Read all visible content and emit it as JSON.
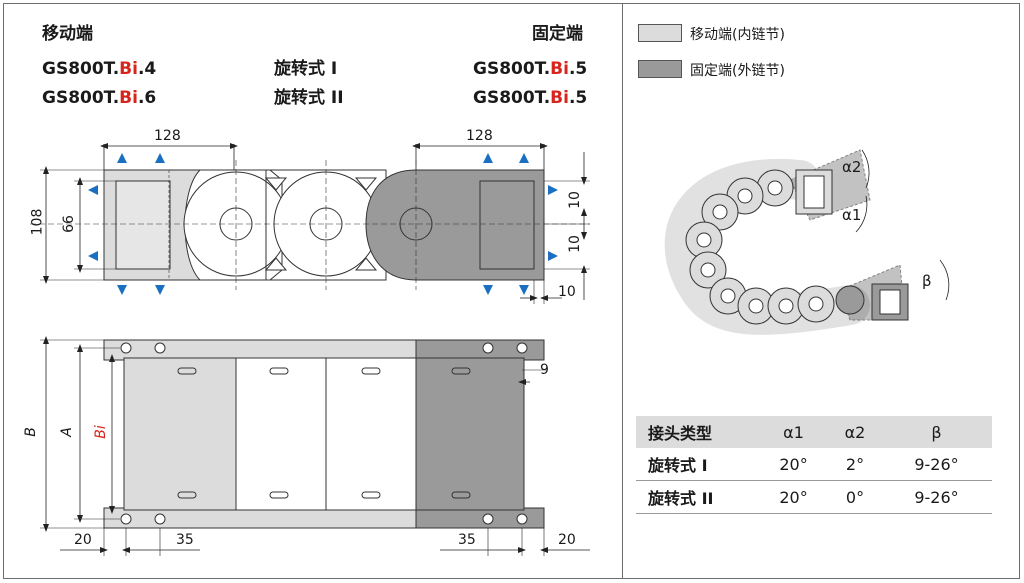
{
  "left_panel": {
    "moving_end_title": "移动端",
    "fixed_end_title": "固定端",
    "moving_parts": [
      {
        "prefix": "GS800T.",
        "red": "Bi",
        "suffix": ".4"
      },
      {
        "prefix": "GS800T.",
        "red": "Bi",
        "suffix": ".6"
      }
    ],
    "swivel_types": [
      "旋转式 I",
      "旋转式 II"
    ],
    "fixed_parts": [
      {
        "prefix": "GS800T.",
        "red": "Bi",
        "suffix": ".5"
      },
      {
        "prefix": "GS800T.",
        "red": "Bi",
        "suffix": ".5"
      }
    ],
    "dims": {
      "width_left": "128",
      "width_right": "128",
      "height_108": "108",
      "height_66": "66",
      "gap_10_a": "10",
      "gap_10_b": "10",
      "gap_10_c": "10",
      "dim_9": "9",
      "dim_B": "B",
      "dim_A": "A",
      "dim_Bi": "Bi",
      "dim_20_left": "20",
      "dim_35_left": "35",
      "dim_35_right": "35",
      "dim_20_right": "20"
    }
  },
  "legend": {
    "items": [
      {
        "label": "移动端(内链节)",
        "color": "#dcdcdc"
      },
      {
        "label": "固定端(外链节)",
        "color": "#9a9a9a"
      }
    ]
  },
  "angles": {
    "alpha2": "α2",
    "alpha1": "α1",
    "beta": "β"
  },
  "table": {
    "headers": [
      "接头类型",
      "α1",
      "α2",
      "β"
    ],
    "rows": [
      [
        "旋转式 I",
        "20°",
        "2°",
        "9-26°"
      ],
      [
        "旋转式 II",
        "20°",
        "0°",
        "9-26°"
      ]
    ]
  },
  "colors": {
    "light_part": "#dcdcdc",
    "dark_part": "#9a9a9a",
    "arrow": "#1a6fc0",
    "red_text": "#d7251d"
  }
}
